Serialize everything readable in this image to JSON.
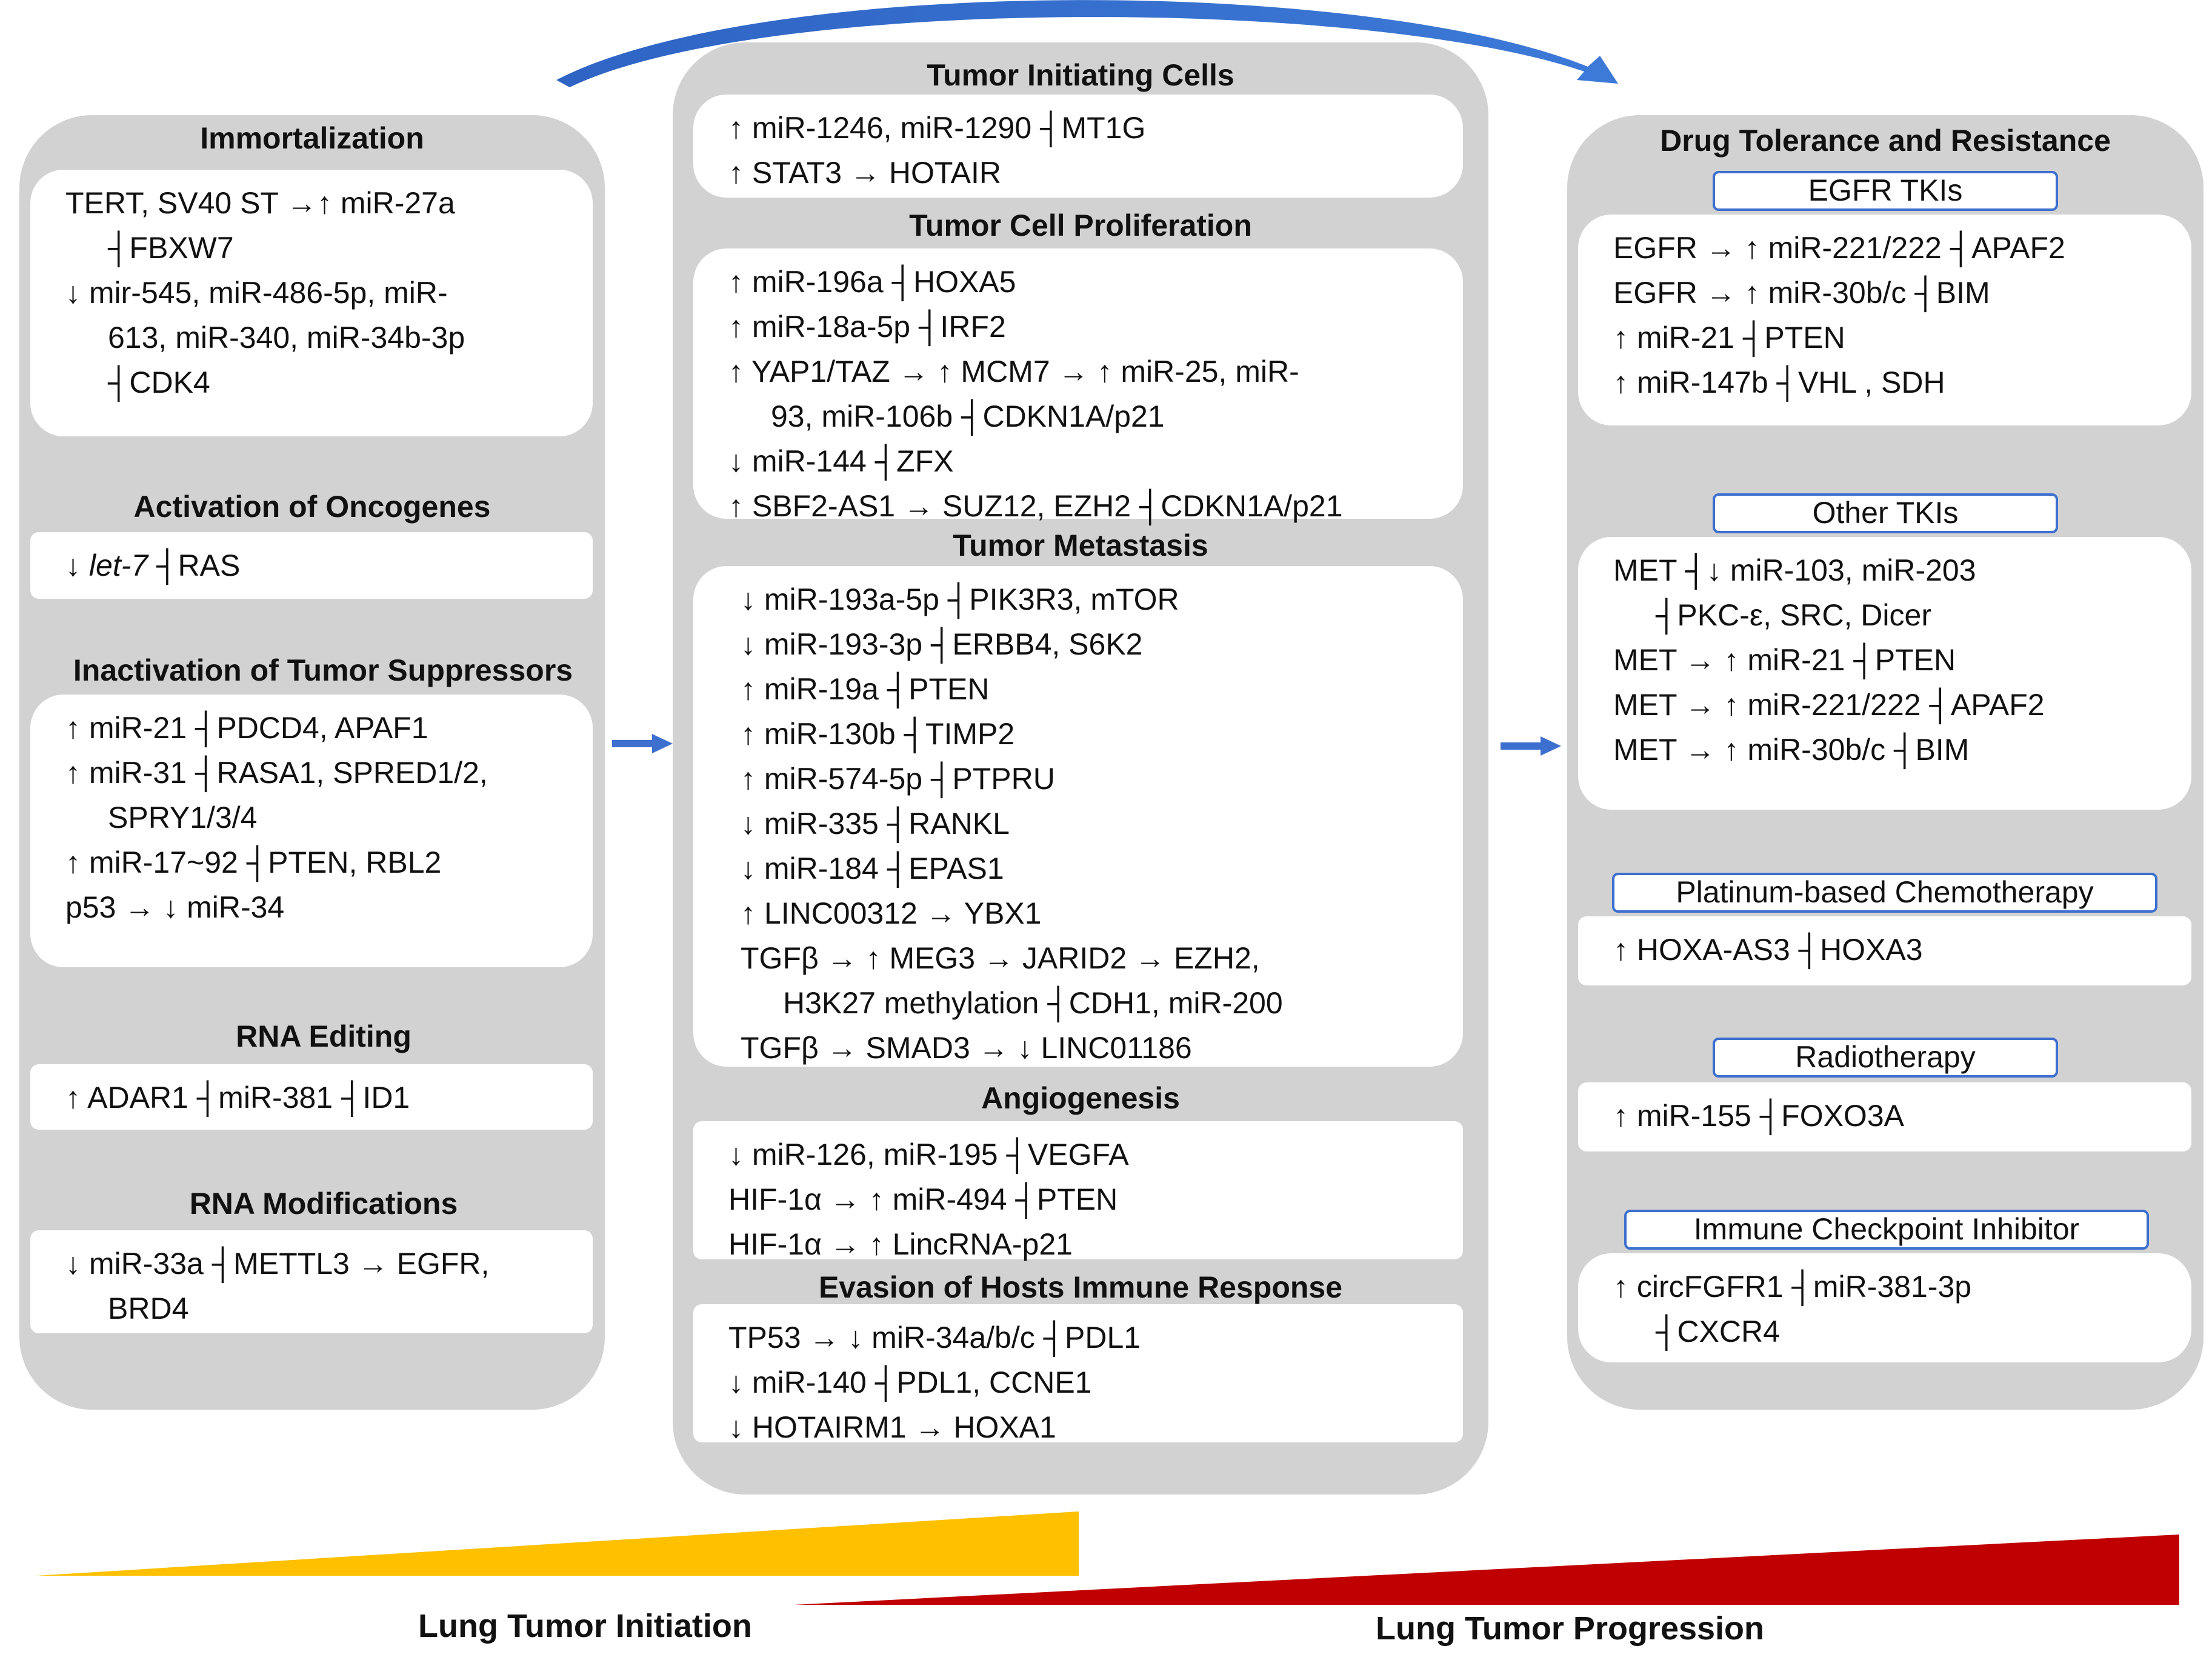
{
  "left": {
    "immortalization": {
      "title": "Immortalization",
      "lines": [
        "TERT, SV40 ST →↑ miR-27a",
        "┤FBXW7",
        "↓ mir-545, miR-486-5p, miR-",
        "613, miR-340, miR-34b-3p",
        "┤CDK4"
      ]
    },
    "oncogenes": {
      "title": "Activation of Oncogenes",
      "line_prefix": "↓ ",
      "line_italic": "let-7",
      "line_suffix": " ┤RAS"
    },
    "suppressors": {
      "title": "Inactivation of Tumor Suppressors",
      "lines": [
        "↑ miR-21 ┤PDCD4, APAF1",
        "↑ miR-31 ┤RASA1, SPRED1/2,",
        "SPRY1/3/4",
        "↑ miR-17~92 ┤PTEN, RBL2",
        "p53 → ↓ miR-34"
      ]
    },
    "rna_editing": {
      "title": "RNA Editing",
      "line": "↑ ADAR1 ┤miR-381 ┤ID1"
    },
    "rna_modifications": {
      "title": "RNA Modifications",
      "lines": [
        "↓ miR-33a ┤METTL3 → EGFR,",
        "BRD4"
      ]
    }
  },
  "middle": {
    "initiating": {
      "title": "Tumor  Initiating Cells",
      "lines": [
        "↑ miR-1246, miR-1290 ┤MT1G",
        "↑ STAT3 → HOTAIR"
      ]
    },
    "proliferation": {
      "title": "Tumor Cell Proliferation",
      "lines": [
        "↑ miR-196a ┤HOXA5",
        "↑ miR-18a-5p ┤IRF2",
        "↑ YAP1/TAZ → ↑ MCM7 → ↑ miR-25, miR-",
        "93, miR-106b ┤CDKN1A/p21",
        "↓ miR-144 ┤ZFX",
        "↑ SBF2-AS1 → SUZ12, EZH2 ┤CDKN1A/p21"
      ]
    },
    "metastasis": {
      "title": "Tumor Metastasis",
      "lines": [
        "↓ miR-193a-5p ┤PIK3R3, mTOR",
        "↓ miR-193-3p ┤ERBB4, S6K2",
        "↑ miR-19a ┤PTEN",
        "↑ miR-130b ┤TIMP2",
        "↑ miR-574-5p ┤PTPRU",
        "↓ miR-335 ┤RANKL",
        "↓ miR-184 ┤EPAS1",
        "↑ LINC00312 → YBX1",
        "TGFβ → ↑ MEG3 → JARID2 → EZH2,",
        "H3K27 methylation ┤CDH1, miR-200",
        "TGFβ → SMAD3 → ↓ LINC01186"
      ]
    },
    "angiogenesis": {
      "title": "Angiogenesis",
      "lines": [
        "↓ miR-126, miR-195 ┤VEGFA",
        "HIF-1α → ↑ miR-494 ┤PTEN",
        "HIF-1α → ↑ LincRNA-p21"
      ]
    },
    "immune": {
      "title": "Evasion of Hosts Immune Response",
      "lines": [
        "TP53 → ↓ miR-34a/b/c ┤PDL1",
        "↓ miR-140 ┤PDL1, CCNE1",
        "↓ HOTAIRM1 → HOXA1"
      ]
    }
  },
  "right": {
    "title": "Drug Tolerance and Resistance",
    "egfr": {
      "tag": "EGFR TKIs",
      "lines": [
        "EGFR → ↑ miR-221/222 ┤APAF2",
        "EGFR → ↑ miR-30b/c ┤BIM",
        "↑ miR-21 ┤PTEN",
        "↑ miR-147b ┤VHL , SDH"
      ]
    },
    "other_tkis": {
      "tag": "Other TKIs",
      "lines": [
        "MET ┤↓ miR-103, miR-203",
        "┤PKC-ε, SRC, Dicer",
        "MET → ↑ miR-21 ┤PTEN",
        "MET → ↑ miR-221/222 ┤APAF2",
        "MET → ↑ miR-30b/c ┤BIM"
      ]
    },
    "platinum": {
      "tag": "Platinum-based Chemotherapy",
      "line": "↑ HOXA-AS3 ┤HOXA3"
    },
    "radiotherapy": {
      "tag": "Radiotherapy",
      "line": "↑ miR-155 ┤FOXO3A"
    },
    "checkpoint": {
      "tag": "Immune Checkpoint Inhibitor",
      "lines": [
        "↑ circFGFR1 ┤miR-381-3p",
        "┤CXCR4"
      ]
    }
  },
  "bottom": {
    "initiation_label": "Lung Tumor Initiation",
    "progression_label": "Lung Tumor Progression"
  },
  "colors": {
    "panel": "#d2d2d2",
    "arrow_blue": "#3d6fcf",
    "initiation_wedge": "#ffc000",
    "progression_wedge": "#c00000"
  }
}
